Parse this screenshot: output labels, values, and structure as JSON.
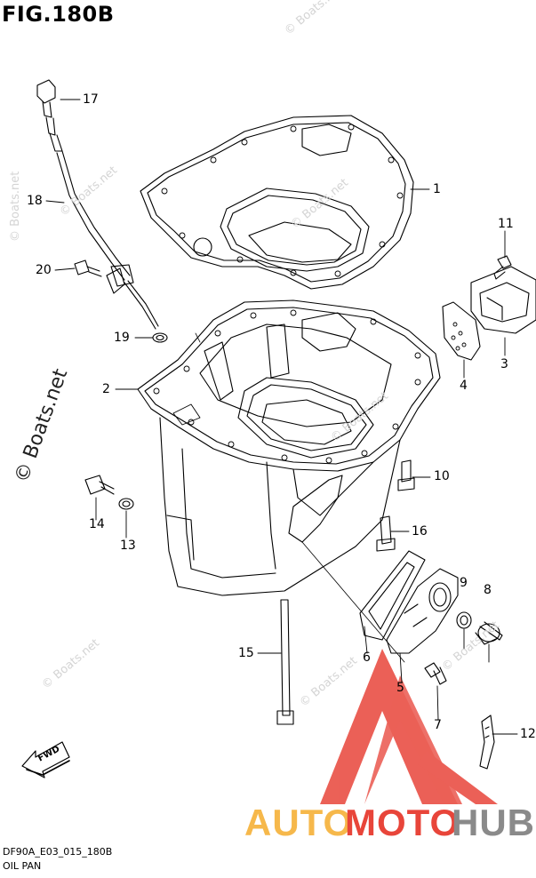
{
  "figure": {
    "title": "FIG.180B",
    "code": "DF90A_E03_015_180B",
    "caption": "OIL PAN"
  },
  "watermark": {
    "text": "© Boats.net"
  },
  "forward_label": "FWD",
  "logo": {
    "part1": "AUTO",
    "part2": "MOTO",
    "part3": "HUB",
    "color_orange": "#f6b84b",
    "color_red": "#e8453a",
    "color_gray": "#8a8a8a"
  },
  "callouts": [
    {
      "id": "1",
      "label": "1"
    },
    {
      "id": "2",
      "label": "2"
    },
    {
      "id": "3",
      "label": "3"
    },
    {
      "id": "4",
      "label": "4"
    },
    {
      "id": "5",
      "label": "5"
    },
    {
      "id": "6",
      "label": "6"
    },
    {
      "id": "7",
      "label": "7"
    },
    {
      "id": "8",
      "label": "8"
    },
    {
      "id": "9",
      "label": "9"
    },
    {
      "id": "10",
      "label": "10"
    },
    {
      "id": "11",
      "label": "11"
    },
    {
      "id": "12",
      "label": "12"
    },
    {
      "id": "13",
      "label": "13"
    },
    {
      "id": "14",
      "label": "14"
    },
    {
      "id": "15",
      "label": "15"
    },
    {
      "id": "16",
      "label": "16"
    },
    {
      "id": "17",
      "label": "17"
    },
    {
      "id": "18",
      "label": "18"
    },
    {
      "id": "19",
      "label": "19"
    },
    {
      "id": "20",
      "label": "20"
    }
  ]
}
